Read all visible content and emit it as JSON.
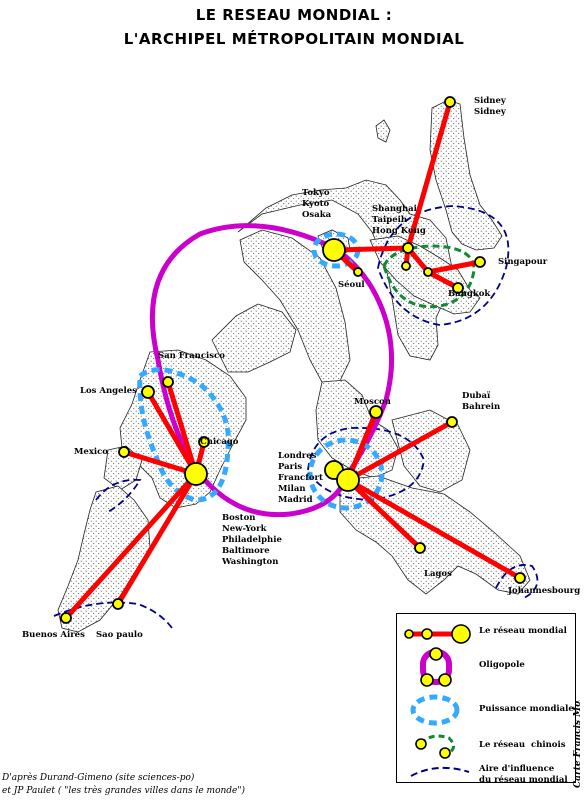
{
  "title": {
    "line1": "LE RESEAU MONDIAL :",
    "line2": "L'ARCHIPEL MÉTROPOLITAIN MONDIAL"
  },
  "cities": {
    "sidney": "Sidney\nSidney",
    "tokyo": "Tokyo\nKyoto\nOsaka",
    "shanghai": "Shanghai\nTaipeih\nHong Kong",
    "singapour": "Singapour",
    "seoul": "Séoul",
    "bangkok": "Bangkok",
    "san_francisco": "San Francisco",
    "los_angeles": "Los Angeles",
    "chicago": "Chicago",
    "mexico": "Mexico",
    "boston": "Boston\nNew-York\nPhiladelphie\nBaltimore\nWashington",
    "moscou": "Moscou",
    "dubai": "Dubaï\nBahrein",
    "londres": "Londres\nParis\nFrancfort\nMilan\nMadrid",
    "lagos": "Lagos",
    "johannesbourg": "Johannesbourg",
    "buenos_aires": "Buenos Aires",
    "sao_paulo": "Sao paulo"
  },
  "legend": {
    "items": [
      "Le réseau mondial",
      "Oligopole",
      "Puissance mondiale",
      "Le réseau  chinois",
      "Aire d'influence\ndu réseau mondial"
    ]
  },
  "signature": "Carte Francis  Mondié",
  "credits": {
    "line1": "D'après Durand-Gimeno (site sciences-po)",
    "line2": "et JP Paulet ( \"les très grandes villes dans le monde\")"
  },
  "colors": {
    "network_red": "#ff0000",
    "oligopole_purple": "#cc00cc",
    "power_blue": "#33aaff",
    "china_green": "#118833",
    "influence_navy": "#000088",
    "city_yellow": "#ffff00"
  }
}
